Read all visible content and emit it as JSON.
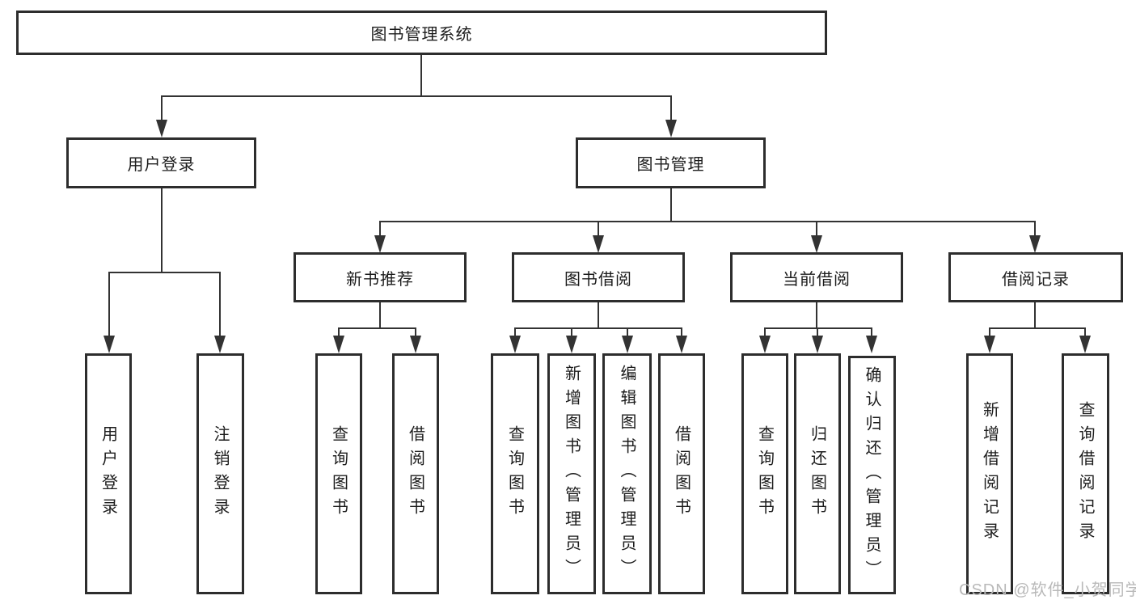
{
  "diagram": {
    "root": {
      "label": "图书管理系统"
    },
    "level2": [
      {
        "label": "用户登录"
      },
      {
        "label": "图书管理"
      }
    ],
    "level3": [
      {
        "label": "新书推荐"
      },
      {
        "label": "图书借阅"
      },
      {
        "label": "当前借阅"
      },
      {
        "label": "借阅记录"
      }
    ],
    "leaves": {
      "user_login": [
        "用户登录",
        "注销登录"
      ],
      "new_books": [
        "查询图书",
        "借阅图书"
      ],
      "book_borrow": [
        "查询图书",
        "新增图书（管理员）",
        "编辑图书（管理员）",
        "借阅图书"
      ],
      "current_borrow": [
        "查询图书",
        "归还图书",
        "确认归还（管理员）"
      ],
      "borrow_records": [
        "新增借阅记录",
        "查询借阅记录"
      ]
    }
  },
  "watermark": {
    "text": "CSDN @软件_小贺同学"
  },
  "colors": {
    "line": "#333333",
    "border": "#2d2d2d",
    "text": "#1c1c1c",
    "watermark": "#b9b9b9",
    "background": "#ffffff"
  }
}
